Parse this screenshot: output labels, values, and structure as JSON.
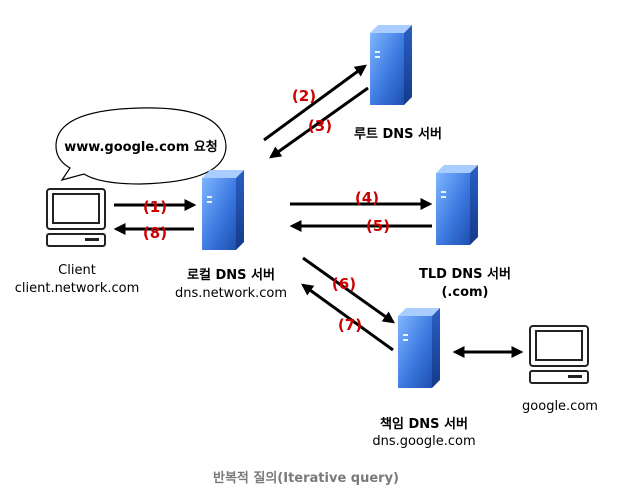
{
  "bubble": {
    "text": "www.google.com 요청"
  },
  "nodes": {
    "client": {
      "name": "Client",
      "host": "client.network.com"
    },
    "local_dns": {
      "name": "로컬 DNS 서버",
      "host": "dns.network.com"
    },
    "root_dns": {
      "name": "루트 DNS 서버"
    },
    "tld_dns": {
      "name": "TLD DNS 서버",
      "host": "(.com)"
    },
    "auth_dns": {
      "name": "책임 DNS 서버",
      "host": "dns.google.com"
    },
    "google": {
      "host": "google.com"
    }
  },
  "steps": [
    "(1)",
    "(2)",
    "(3)",
    "(4)",
    "(5)",
    "(6)",
    "(7)",
    "(8)"
  ],
  "caption": "반복적 질의(Iterative query)",
  "colors": {
    "step_label": "#cc0000",
    "server_light": "#6fa8ff",
    "server_dark": "#1f4fb0",
    "arrow": "#000000"
  }
}
